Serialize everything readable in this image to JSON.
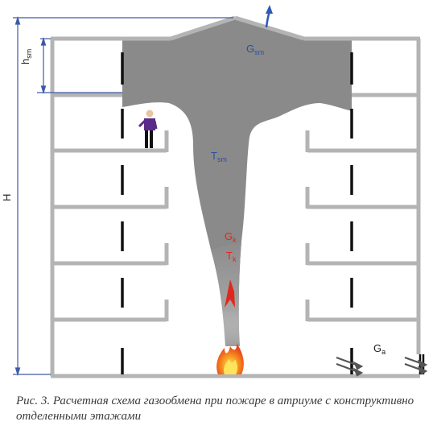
{
  "labels": {
    "h_sm": {
      "main": "h",
      "sub": "sm"
    },
    "H": "H",
    "G_sm": {
      "main": "G",
      "sub": "sm"
    },
    "T_sm": {
      "main": "T",
      "sub": "sm"
    },
    "G_k": {
      "main": "G",
      "sub": "k"
    },
    "T_k": {
      "main": "T",
      "sub": "k"
    },
    "G_a": {
      "main": "G",
      "sub": "a"
    }
  },
  "colors": {
    "walls": "#b4b4b4",
    "smoke": "#8a8a8a",
    "dimension": "#3d5aa6",
    "blue_label": "#2f4f9c",
    "red_label": "#e0281e",
    "dark_label": "#222222"
  },
  "icons": [
    "fire-icon",
    "person-icon",
    "up-arrow-icon"
  ],
  "caption": "Рис. 3. Расчетная схема газообмена при пожаре в атриуме с конструктивно отделенными этажами"
}
